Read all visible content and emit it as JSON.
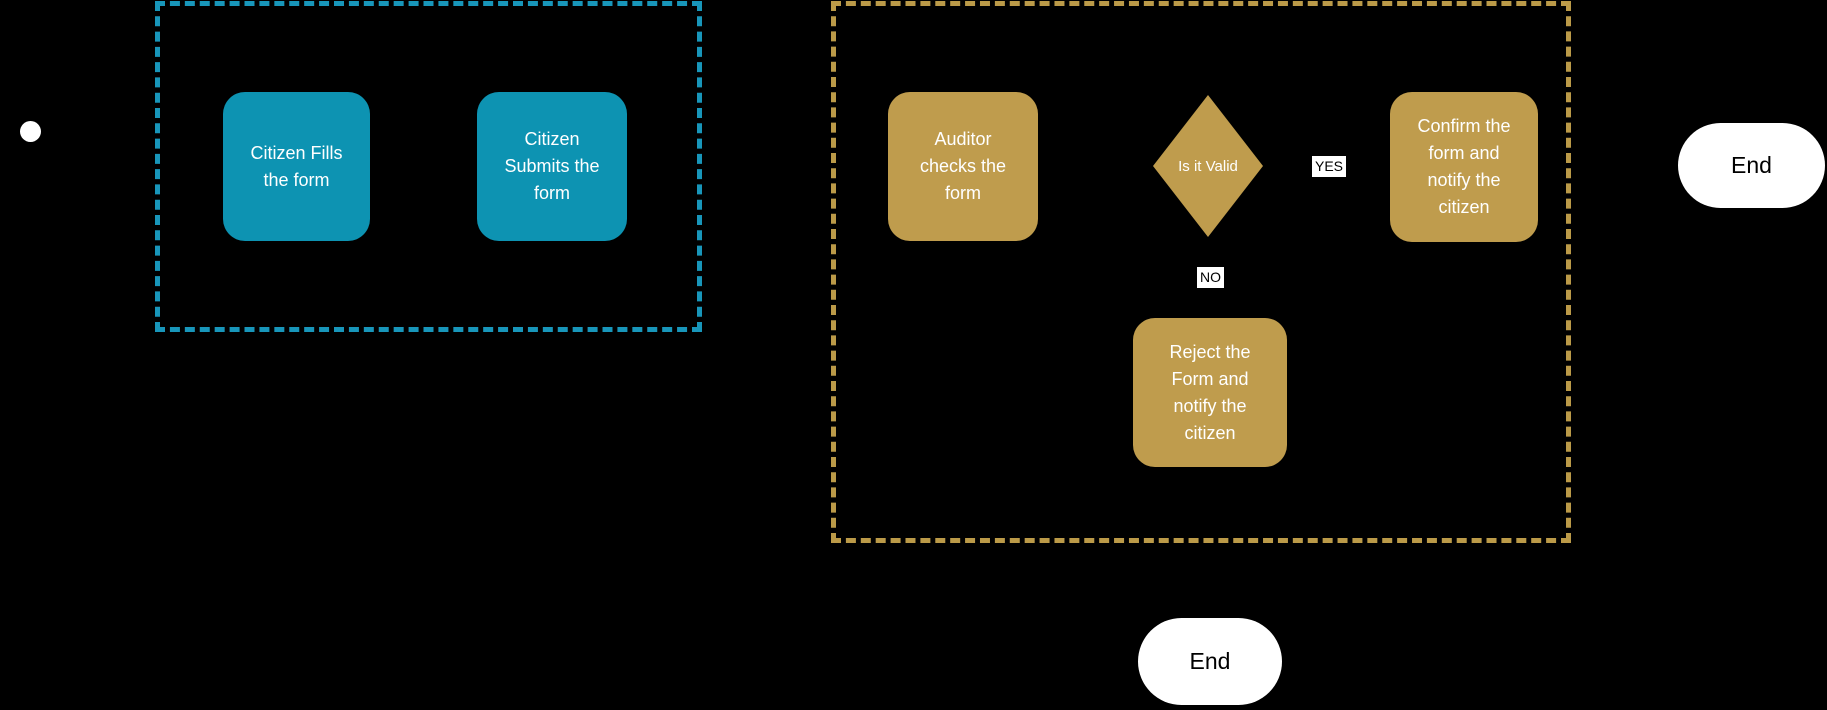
{
  "colors": {
    "background": "#000000",
    "citizen_fill": "#0d93b2",
    "citizen_border": "#1896ba",
    "auditor_fill": "#bf9c4d",
    "auditor_border": "#bb9a48",
    "node_text": "#ffffff",
    "terminal_fill": "#ffffff",
    "terminal_text": "#000000"
  },
  "flowchart": {
    "citizen_lane": {
      "fills_form": "Citizen Fills\nthe form",
      "submits_form": "Citizen\nSubmits the\nform"
    },
    "auditor_lane": {
      "checks_form": "Auditor\nchecks the\nform",
      "decision": "Is it Valid",
      "confirm": "Confirm the\nform and\nnotify the\ncitizen",
      "reject": "Reject the\nForm and\nnotify the\ncitizen"
    },
    "edge_labels": {
      "yes": "YES",
      "no": "NO"
    },
    "end_right": "End",
    "end_bottom": "End"
  }
}
